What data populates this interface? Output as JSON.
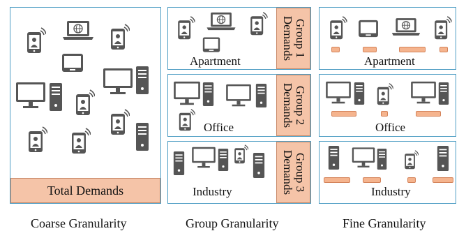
{
  "colors": {
    "panel_border": "#4f9ec4",
    "label_box": "#f5c4a8",
    "device": "#555555",
    "allocation_tick": "#f5b48e"
  },
  "coarse": {
    "box_label": "Total Demands",
    "caption": "Coarse Granularity"
  },
  "group": {
    "caption": "Group Granularity",
    "rows": [
      {
        "place": "Apartment",
        "tag_line1": "Group 1",
        "tag_line2": "Demands"
      },
      {
        "place": "Office",
        "tag_line1": "Group 2",
        "tag_line2": "Demands"
      },
      {
        "place": "Industry",
        "tag_line1": "Group 3",
        "tag_line2": "Demands"
      }
    ]
  },
  "fine": {
    "caption": "Fine Granularity",
    "rows": [
      {
        "place": "Apartment"
      },
      {
        "place": "Office"
      },
      {
        "place": "Industry"
      }
    ]
  },
  "icons": {
    "phone": "smartphone-icon",
    "laptop": "laptop-icon",
    "tablet": "tablet-icon",
    "monitor": "monitor-icon",
    "tower": "server-tower-icon"
  }
}
